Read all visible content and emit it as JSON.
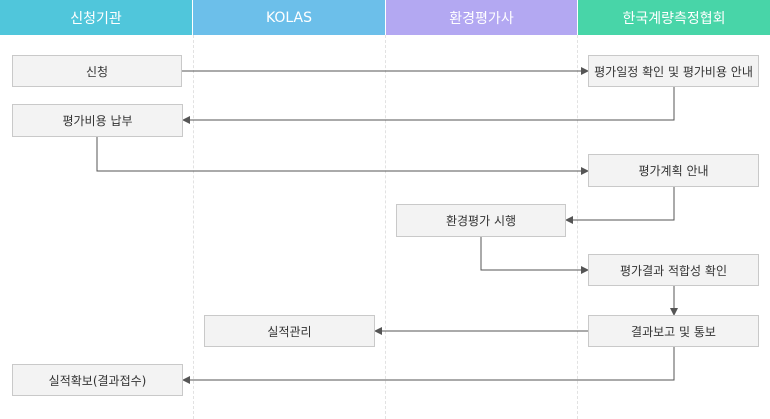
{
  "lanes": [
    {
      "label": "신청기관",
      "color": "#50C6DB"
    },
    {
      "label": "KOLAS",
      "color": "#6CBFEA"
    },
    {
      "label": "환경평가사",
      "color": "#B3A8F2"
    },
    {
      "label": "한국계량측정협회",
      "color": "#48D5A8"
    }
  ],
  "steps": {
    "apply": "신청",
    "schedule_notice": "평가일정 확인 및 평가비용 안내",
    "payment": "평가비용 납부",
    "plan_notice": "평가계획 안내",
    "conduct": "환경평가 시행",
    "result_check": "평가결과 적합성 확인",
    "report": "결과보고 및 통보",
    "record_mgmt": "실적관리",
    "record_secure": "실적확보(결과접수)"
  },
  "colors": {
    "line": "#555555"
  }
}
